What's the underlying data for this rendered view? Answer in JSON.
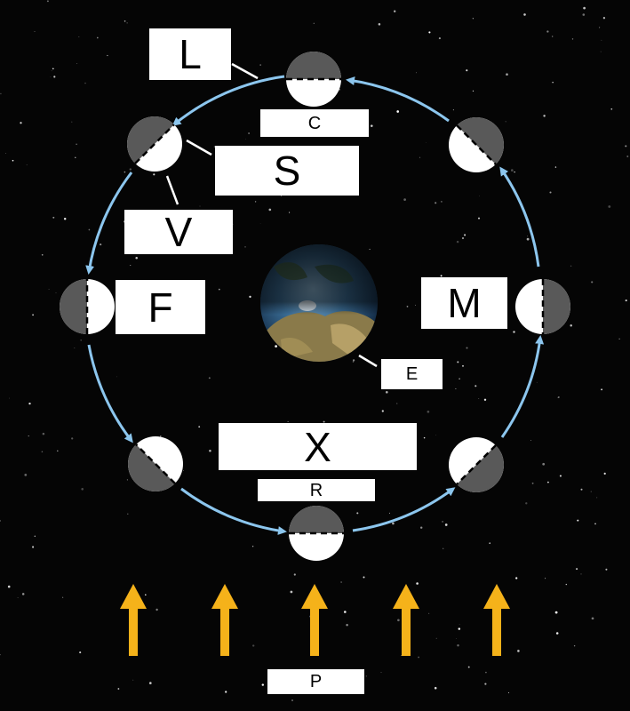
{
  "labels": {
    "L": "L",
    "C": "C",
    "S": "S",
    "V": "V",
    "F": "F",
    "M": "M",
    "E": "E",
    "X": "X",
    "R": "R",
    "P": "P"
  },
  "colors": {
    "background": "#050505",
    "orbit": "#8cc6ee",
    "sunlight_arrow": "#f5b21a",
    "moon_lit": "#ffffff",
    "moon_dark": "#595959",
    "label_box": "#ffffff"
  },
  "icons": {
    "planet": "earth-globe-icon",
    "moon": "moon-phase-icon",
    "light": "sunlight-arrow-icon"
  }
}
